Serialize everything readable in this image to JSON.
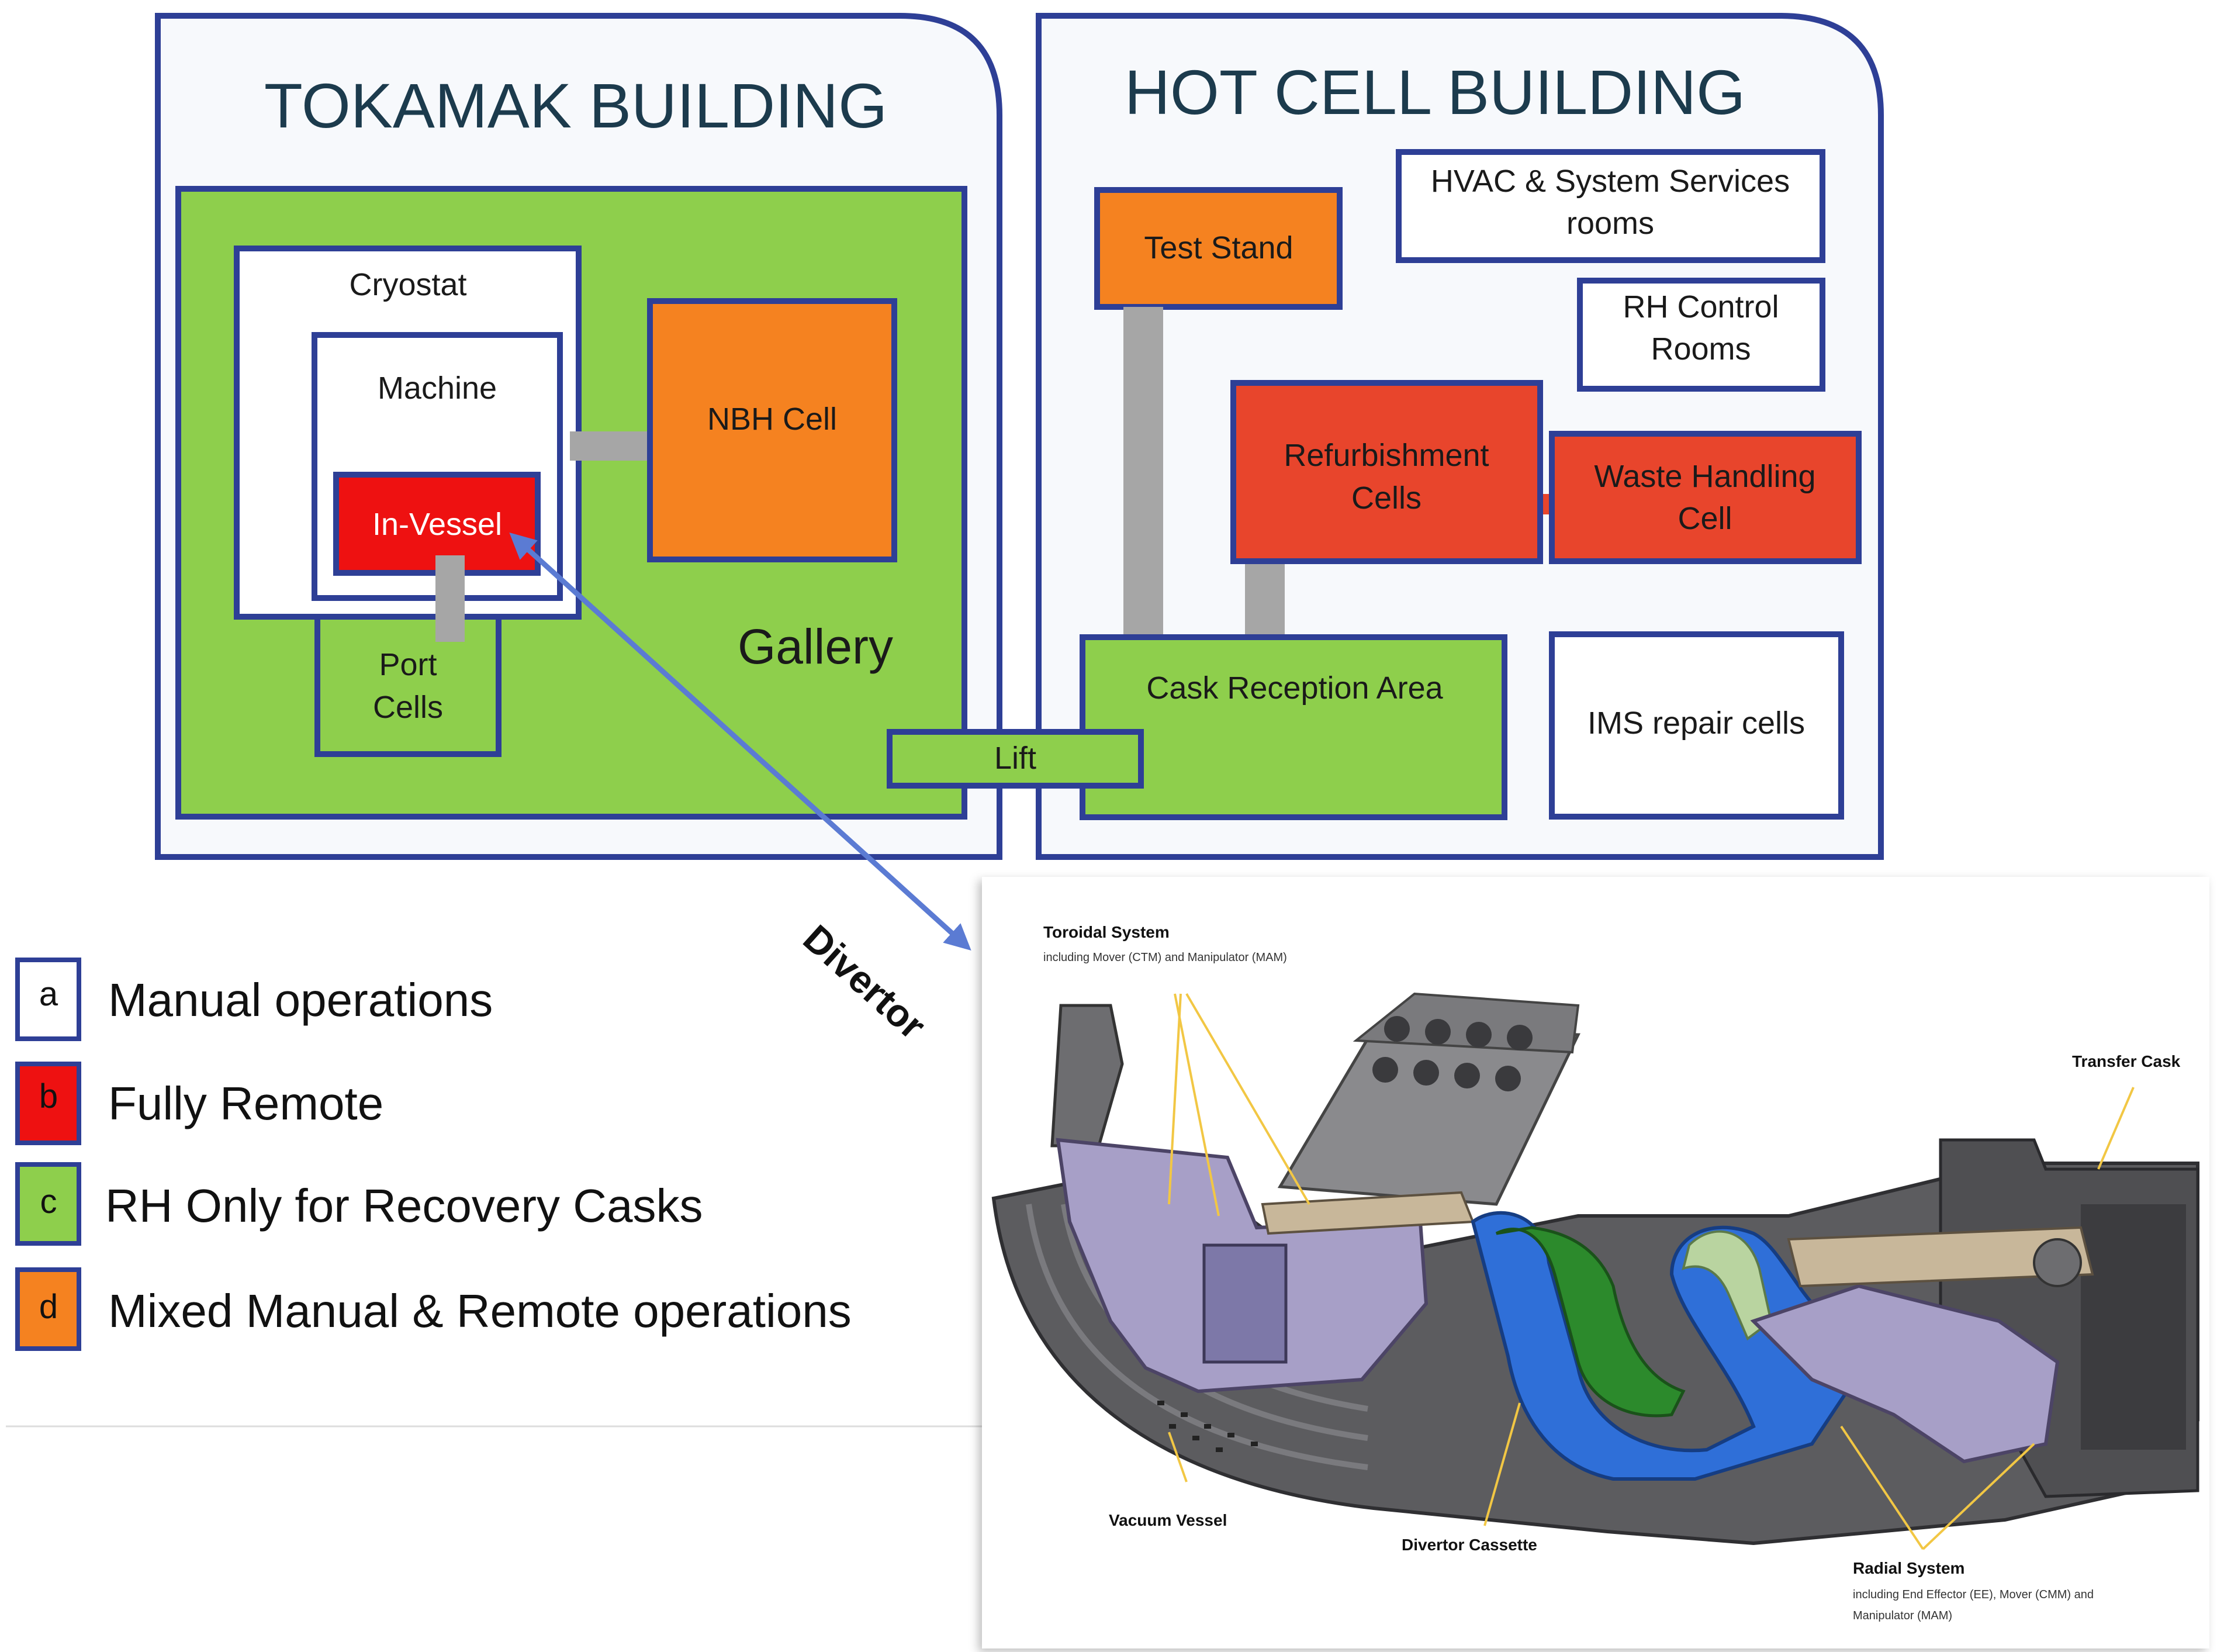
{
  "colors": {
    "blue_border": "#2e3f96",
    "building_fill": "#f7f9fc",
    "green": "#8ecf4c",
    "orange": "#f58220",
    "red_bright": "#ee1111",
    "red_orange": "#e8452c",
    "connector_gray": "#a6a6a6",
    "title_text": "#1c3b4d",
    "arrow": "#5b7bd3"
  },
  "tokamak": {
    "title": "TOKAMAK BUILDING",
    "cryostat": "Cryostat",
    "machine": "Machine",
    "in_vessel": "In-Vessel",
    "nbh_cell": "NBH Cell",
    "gallery": "Gallery",
    "port_cells": [
      "Port",
      "Cells"
    ]
  },
  "hot_cell": {
    "title": "HOT CELL BUILDING",
    "test_stand": "Test Stand",
    "hvac": [
      "HVAC & System Services",
      "rooms"
    ],
    "rh_control": [
      "RH Control",
      "Rooms"
    ],
    "refurbishment": [
      "Refurbishment",
      "Cells"
    ],
    "waste": [
      "Waste Handling",
      "Cell"
    ],
    "cask_reception": "Cask Reception Area",
    "ims": "IMS repair cells"
  },
  "lift": "Lift",
  "arrow_label": "Divertor",
  "legend": [
    {
      "key": "a",
      "label": "Manual operations",
      "color": "#ffffff"
    },
    {
      "key": "b",
      "label": "Fully Remote",
      "color": "#ee1111"
    },
    {
      "key": "c",
      "label": "RH Only for Recovery Casks",
      "color": "#8ecf4c"
    },
    {
      "key": "d",
      "label": "Mixed Manual & Remote operations",
      "color": "#f58220"
    }
  ],
  "cad_labels": {
    "toroidal_title": "Toroidal System",
    "toroidal_sub": "including Mover (CTM) and Manipulator (MAM)",
    "transfer_cask": "Transfer Cask",
    "vacuum_vessel": "Vacuum Vessel",
    "divertor_cassette": "Divertor Cassette",
    "radial_title": "Radial System",
    "radial_sub1": "including End Effector (EE), Mover (CMM) and",
    "radial_sub2": "Manipulator (MAM)"
  }
}
